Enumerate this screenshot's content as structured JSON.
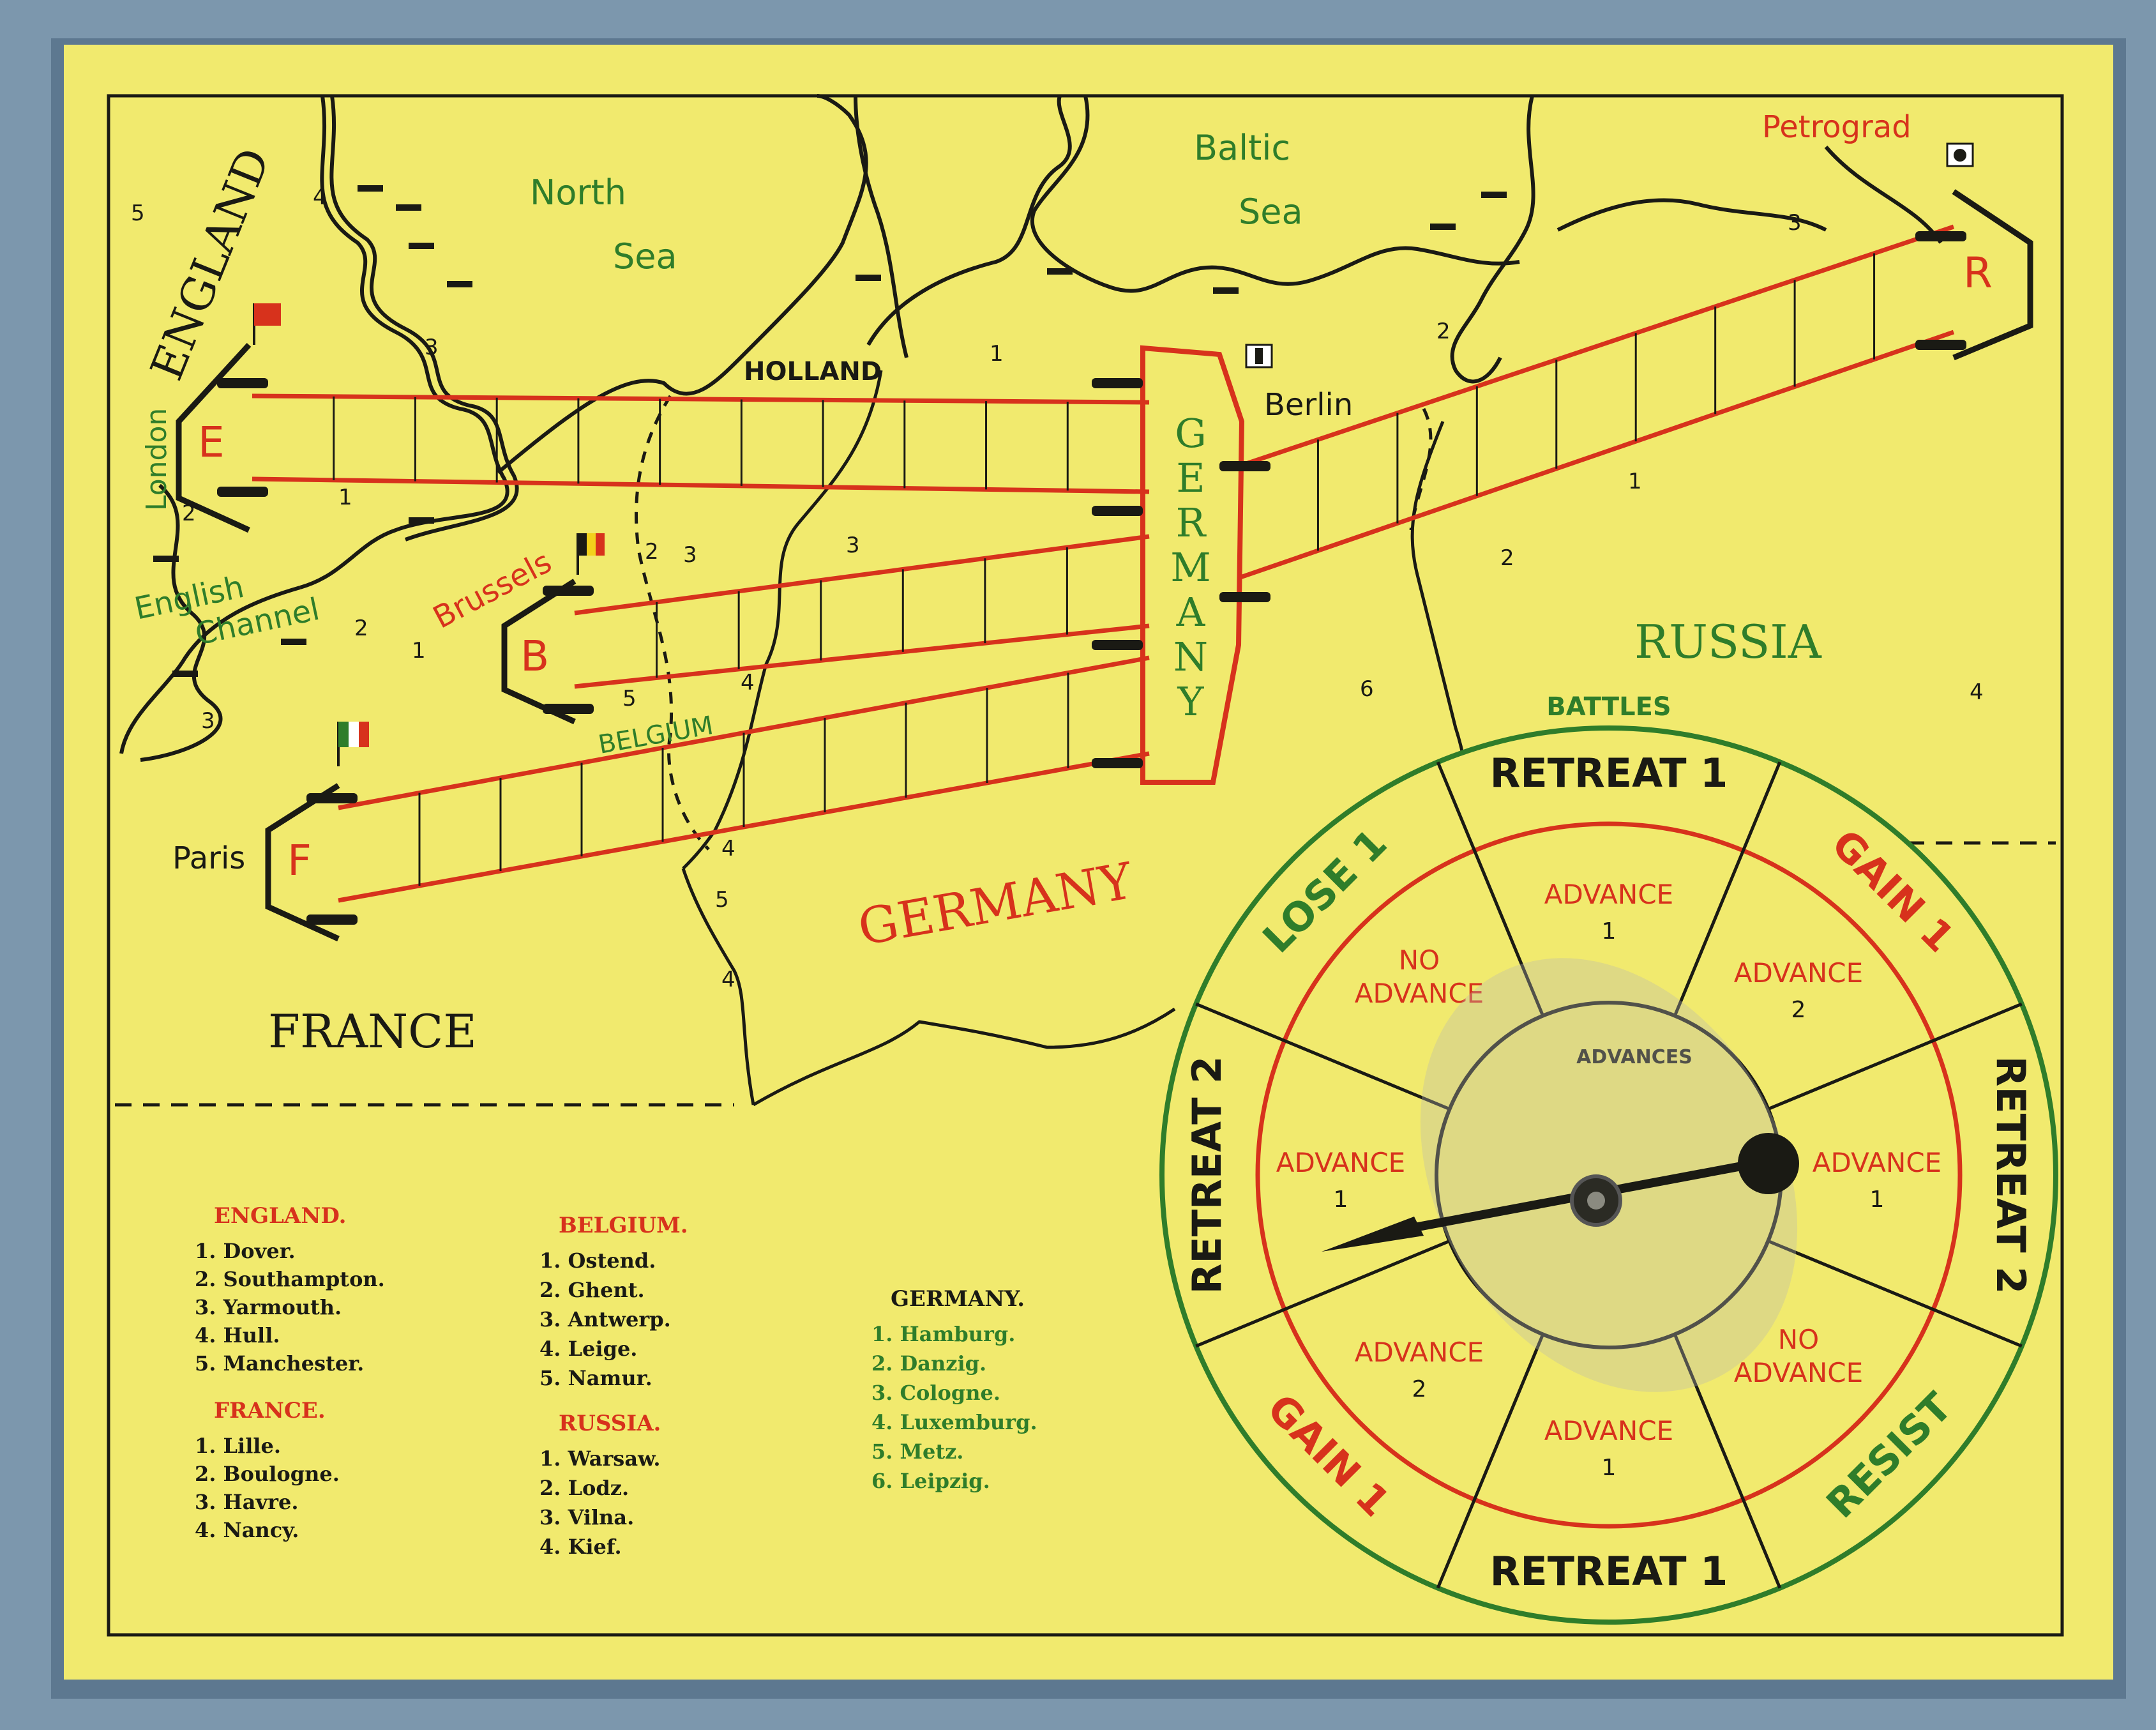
{
  "colors": {
    "board": "#f1ea6e",
    "red": "#d7321c",
    "green": "#2f7d2a",
    "ink": "#1a1a14",
    "box": "#7c97ad"
  },
  "map": {
    "sea_north": [
      "North",
      "Sea"
    ],
    "sea_baltic": [
      "Baltic",
      "Sea"
    ],
    "channel": [
      "English",
      "Channel"
    ],
    "holland": "HOLLAND",
    "belgium": "BELGIUM",
    "germany_big": "GERMANY",
    "france": "FRANCE",
    "russia": "RUSSIA",
    "england_vertical": "ENGLAND",
    "london": "London",
    "brussels": "Brussels",
    "paris": "Paris",
    "berlin": "Berlin",
    "petrograd": "Petrograd",
    "germany_column": [
      "G",
      "E",
      "R",
      "M",
      "A",
      "N",
      "Y"
    ]
  },
  "bases": {
    "england": "E",
    "belgium": "B",
    "france": "F",
    "russia": "R"
  },
  "city_numbers": [
    {
      "n": "5"
    },
    {
      "n": "4"
    },
    {
      "n": "3"
    },
    {
      "n": "2"
    },
    {
      "n": "1"
    },
    {
      "n": "3"
    },
    {
      "n": "2"
    },
    {
      "n": "1"
    },
    {
      "n": "2"
    },
    {
      "n": "3"
    },
    {
      "n": "3"
    },
    {
      "n": "5"
    },
    {
      "n": "4"
    },
    {
      "n": "4"
    },
    {
      "n": "5"
    },
    {
      "n": "4"
    },
    {
      "n": "1"
    },
    {
      "n": "3"
    },
    {
      "n": "2"
    },
    {
      "n": "1"
    },
    {
      "n": "2"
    },
    {
      "n": "6"
    },
    {
      "n": "4"
    }
  ],
  "legend": {
    "england": {
      "title": "ENGLAND.",
      "items": [
        "1.  Dover.",
        "2.  Southampton.",
        "3.  Yarmouth.",
        "4.  Hull.",
        "5.  Manchester."
      ]
    },
    "france": {
      "title": "FRANCE.",
      "items": [
        "1.  Lille.",
        "2.  Boulogne.",
        "3.  Havre.",
        "4.  Nancy."
      ]
    },
    "belgium": {
      "title": "BELGIUM.",
      "items": [
        "1.  Ostend.",
        "2.  Ghent.",
        "3.  Antwerp.",
        "4.  Leige.",
        "5.  Namur."
      ]
    },
    "russia": {
      "title": "RUSSIA.",
      "items": [
        "1.  Warsaw.",
        "2.  Lodz.",
        "3.  Vilna.",
        "4.  Kief."
      ]
    },
    "germany": {
      "title": "GERMANY.",
      "items": [
        "1.  Hamburg.",
        "2.  Danzig.",
        "3.  Cologne.",
        "4.  Luxemburg.",
        "5.  Metz.",
        "6.  Leipzig."
      ]
    }
  },
  "spinner": {
    "title": "BATTLES",
    "outer": [
      "RETREAT 1",
      "GAIN 1",
      "RETREAT 2",
      "RESIST",
      "RETREAT 1",
      "GAIN 1",
      "RETREAT 2",
      "LOSE 1"
    ],
    "middle": [
      {
        "label": "ADVANCE",
        "num": "1"
      },
      {
        "label": "ADVANCE",
        "num": "2"
      },
      {
        "label": "ADVANCE",
        "num": "1"
      },
      {
        "label": "NO ADVANCE",
        "num": ""
      },
      {
        "label": "ADVANCE",
        "num": "1"
      },
      {
        "label": "ADVANCE",
        "num": "2"
      },
      {
        "label": "ADVANCE",
        "num": "1"
      },
      {
        "label": "NO ADVANCE",
        "num": ""
      }
    ],
    "hub_label": "ADVANCES"
  }
}
